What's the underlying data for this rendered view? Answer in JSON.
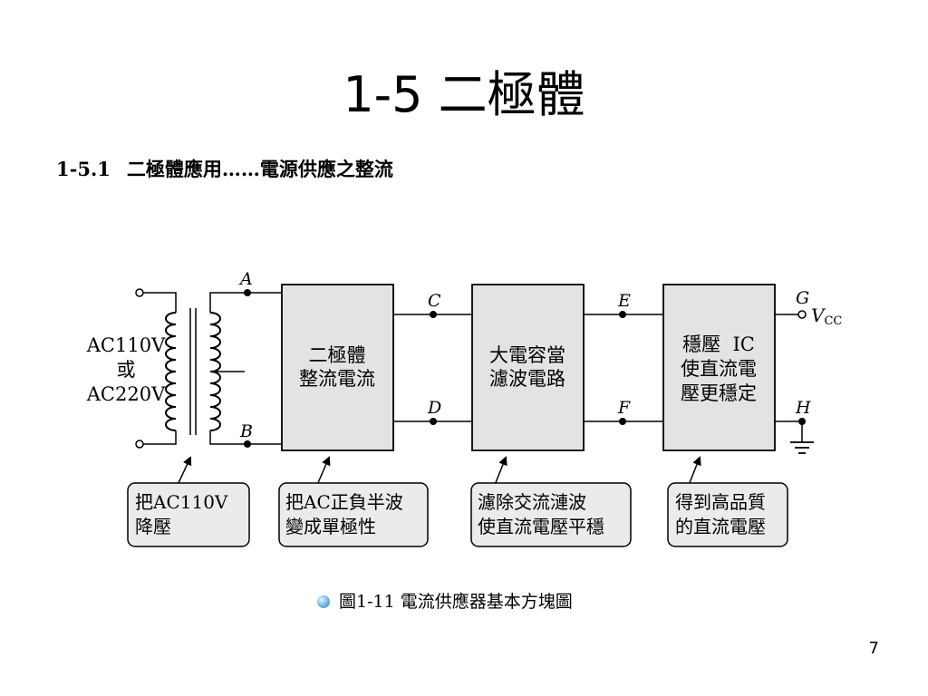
{
  "slide": {
    "title": "1-5 二極體",
    "subtitle_num": "1-5.1",
    "subtitle_text": "二極體應用……電源供應之整流",
    "page_number": "7"
  },
  "diagram": {
    "input": {
      "line1": "AC110V",
      "line2": "或",
      "line3": "AC220V"
    },
    "nodes": {
      "a": "A",
      "b": "B",
      "c": "C",
      "d": "D",
      "e": "E",
      "f": "F",
      "g": "G",
      "h": "H"
    },
    "vcc": {
      "main": "V",
      "sub": "CC"
    },
    "blocks": [
      {
        "lines": [
          "二極體",
          "整流電流"
        ]
      },
      {
        "lines": [
          "大電容當",
          "濾波電路"
        ]
      },
      {
        "lines": [
          "穩壓  IC",
          "使直流電",
          "壓更穩定"
        ]
      }
    ],
    "notes": [
      {
        "lines": [
          "把AC110V",
          "降壓"
        ]
      },
      {
        "lines": [
          "把AC正負半波",
          "變成單極性"
        ]
      },
      {
        "lines": [
          "濾除交流漣波",
          "使直流電壓平穩"
        ]
      },
      {
        "lines": [
          "得到高品質",
          "的直流電壓"
        ]
      }
    ],
    "caption": "圖1-11 電流供應器基本方塊圖"
  },
  "colors": {
    "block_fill": "#e3e3e3",
    "note_fill": "#ebebeb",
    "stroke": "#000000"
  }
}
